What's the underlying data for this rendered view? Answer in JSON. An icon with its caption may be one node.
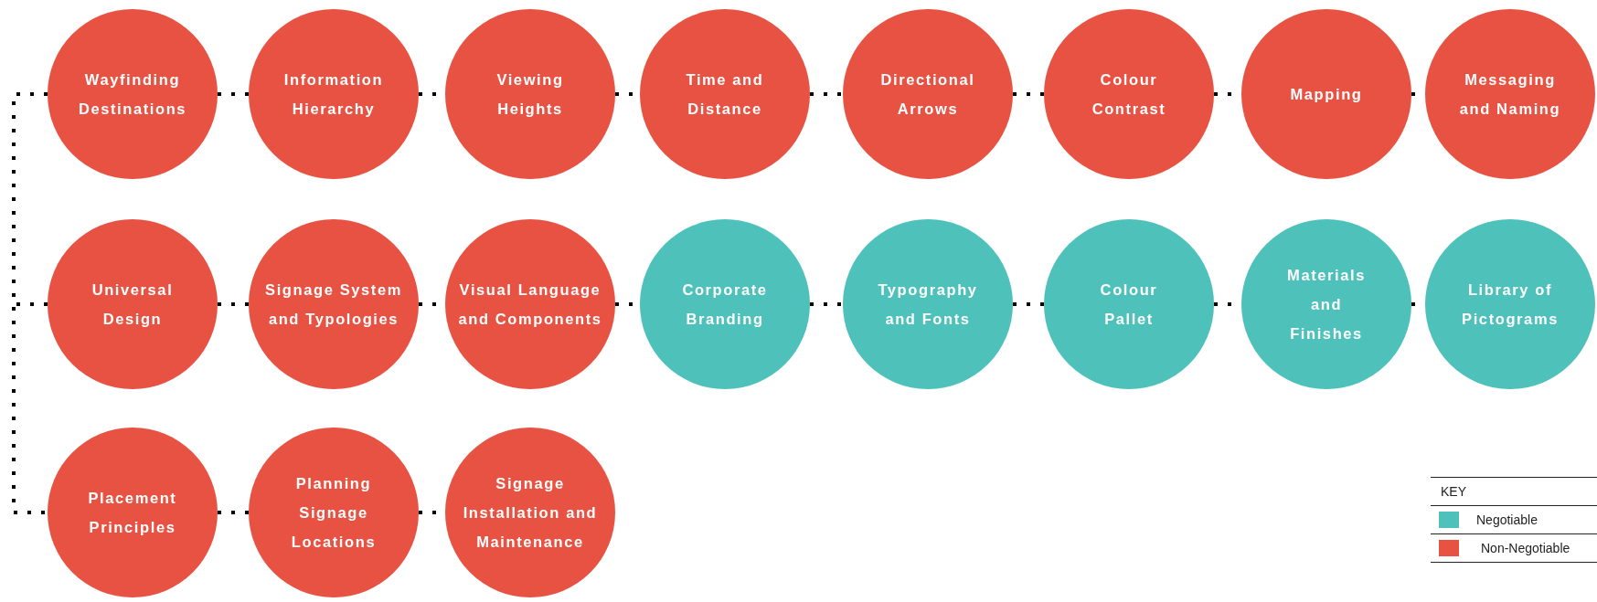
{
  "diagram": {
    "nodes": [
      {
        "text": [
          "Wayfinding Destinations"
        ]
      },
      {
        "text": [
          "Information Hierarchy"
        ]
      },
      {
        "text": [
          "Viewing Heights"
        ]
      },
      {
        "text": [
          "Time and Distance"
        ]
      },
      {
        "text": [
          "Directional Arrows"
        ]
      },
      {
        "text": [
          "Colour Contrast"
        ]
      },
      {
        "text": [
          "Mapping"
        ]
      },
      {
        "text": [
          "Messaging and Naming"
        ]
      },
      {
        "text": [
          "Universal Design"
        ]
      },
      {
        "text": [
          "Signage System and Typologies"
        ]
      },
      {
        "text": [
          "Visual Language and Components"
        ]
      },
      {
        "text": [
          "Corporate Branding"
        ]
      },
      {
        "text": [
          "Typography and Fonts"
        ]
      },
      {
        "text": [
          "Colour Pallet"
        ]
      },
      {
        "text": [
          "Materials and Finishes"
        ]
      },
      {
        "text": [
          "Library of Pictograms"
        ]
      },
      {
        "text": [
          "Placement Principles"
        ]
      },
      {
        "text": [
          "Planning Signage Locations"
        ]
      },
      {
        "text": [
          "Signage Installation and Maintenance"
        ]
      }
    ],
    "edges": [
      {
        "from": 0,
        "to": 1,
        "arrow": "none"
      },
      {
        "from": 1,
        "to": 2,
        "arrow": "none"
      },
      {
        "from": 2,
        "to": 3,
        "arrow": "none"
      },
      {
        "from": 3,
        "to": 4,
        "arrow": "none"
      },
      {
        "from": 4,
        "to": 5,
        "arrow": "none"
      },
      {
        "from": 5,
        "to": 6,
        "arrow": "none"
      },
      {
        "from": 6,
        "to": 7,
        "arrow": "none"
      },
      {
        "from": 8,
        "to": 9,
        "arrow": "none"
      },
      {
        "from": 9,
        "to": 10,
        "arrow": "none"
      },
      {
        "from": 10,
        "to": 11,
        "arrow": "none"
      },
      {
        "from": 11,
        "to": 12,
        "arrow": "none"
      },
      {
        "from": 12,
        "to": 13,
        "arrow": "none"
      },
      {
        "from": 13,
        "to": 14,
        "arrow": "none"
      },
      {
        "from": 14,
        "to": 15,
        "arrow": "none"
      },
      {
        "from": 16,
        "to": 17,
        "arrow": "none"
      },
      {
        "from": 17,
        "to": 18,
        "arrow": "none"
      },
      {
        "from": 0,
        "to": 8,
        "arrow": "none"
      },
      {
        "from": 0,
        "to": 16,
        "arrow": "none"
      }
    ],
    "labels": [
      "KEY"
    ],
    "legend": [
      {
        "text": "Negotiable",
        "color": "#4ec1bb"
      },
      {
        "text": "Non-Negotiable",
        "color": "#e85243"
      }
    ]
  }
}
